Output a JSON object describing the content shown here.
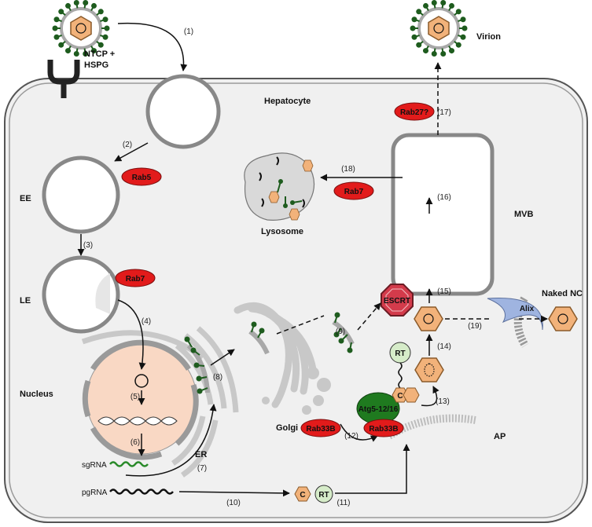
{
  "labels": {
    "receptor": "NTCP +",
    "receptor2": "HSPG",
    "hepatocyte": "Hepatocyte",
    "virion": "Virion",
    "ee": "EE",
    "le": "LE",
    "nucleus": "Nucleus",
    "er": "ER",
    "golgi": "Golgi",
    "lysosome": "Lysosome",
    "mvb": "MVB",
    "ap": "AP",
    "naked_nc": "Naked NC",
    "sgrna": "sgRNA",
    "pgrna": "pgRNA",
    "escrt": "ESCRT",
    "alix": "Alix",
    "rt": "RT",
    "c": "C",
    "atg": "Atg5-12/16"
  },
  "rabs": {
    "rab5": "Rab5",
    "rab7_le": "Rab7",
    "rab7_lys": "Rab7",
    "rab27": "Rab27?",
    "rab33b_golgi": "Rab33B",
    "rab33b_ap": "Rab33B"
  },
  "steps": [
    "(1)",
    "(2)",
    "(3)",
    "(4)",
    "(5)",
    "(6)",
    "(7)",
    "(8)",
    "(9)",
    "(10)",
    "(11)",
    "(12)",
    "(13)",
    "(14)",
    "(15)",
    "(16)",
    "(17)",
    "(18)",
    "(19)"
  ],
  "colors": {
    "spike": "#1e5c1e",
    "capsid": "#f2b27a",
    "rab": "#e21b1b",
    "nucleus": "#f9d8c4",
    "organelle": "#d9d9d9",
    "escrt": "#d33b4b",
    "alix": "#9fb4e0",
    "rt": "#d6ecc9",
    "atg": "#1f7a1f"
  }
}
